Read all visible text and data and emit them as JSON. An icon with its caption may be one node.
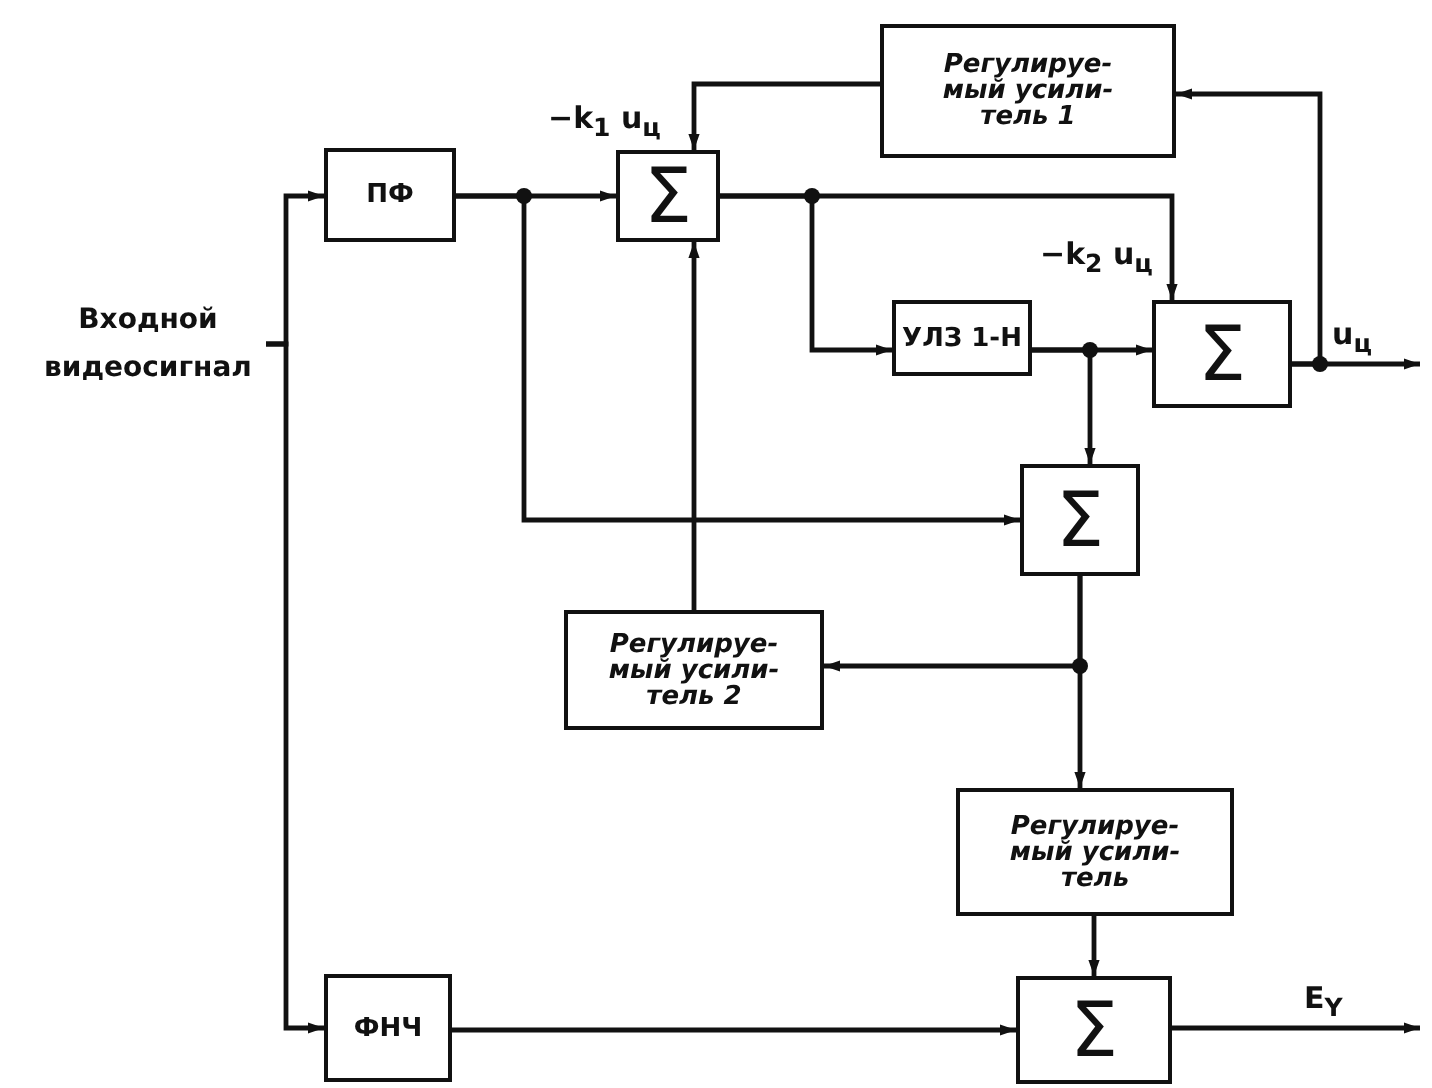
{
  "diagram": {
    "nodes": [
      {
        "text": [
          "Входной видеосигнал"
        ]
      },
      {
        "text": [
          "ПФ"
        ]
      },
      {
        "text": [
          "Σ"
        ]
      },
      {
        "text": [
          "Регулируе- мый усили- тель 1"
        ]
      },
      {
        "text": [
          "УЛЗ 1-Н"
        ]
      },
      {
        "text": [
          "Σ"
        ]
      },
      {
        "text": [
          "Σ"
        ]
      },
      {
        "text": [
          "Регулируе- мый усили- тель 2"
        ]
      },
      {
        "text": [
          "Регулируе- мый усили- тель"
        ]
      },
      {
        "text": [
          "ФНЧ"
        ]
      },
      {
        "text": [
          "Σ"
        ]
      }
    ],
    "edges": [
      {
        "from": 0,
        "to": 1,
        "arrow": "to"
      },
      {
        "from": 0,
        "to": 9,
        "arrow": "to"
      },
      {
        "from": 1,
        "to": 2,
        "arrow": "to"
      },
      {
        "from": 1,
        "to": 6,
        "arrow": "to"
      },
      {
        "from": 3,
        "to": 2,
        "arrow": "to",
        "label": "−k$_{1}$ u$_{ц}$"
      },
      {
        "from": 2,
        "to": 5,
        "arrow": "to",
        "label": "−k$_{2}$ u$_{ц}$"
      },
      {
        "from": 2,
        "to": 4,
        "arrow": "to"
      },
      {
        "from": 4,
        "to": 5,
        "arrow": "to"
      },
      {
        "from": 4,
        "to": 6,
        "arrow": "to"
      },
      {
        "from": 5,
        "to": 3,
        "arrow": "to"
      },
      {
        "from": 5,
        "to": null,
        "arrow": "to",
        "label": "u$_{ц}$"
      },
      {
        "from": 6,
        "to": 7,
        "arrow": "to"
      },
      {
        "from": 6,
        "to": 8,
        "arrow": "to"
      },
      {
        "from": 7,
        "to": 2,
        "arrow": "to"
      },
      {
        "from": 8,
        "to": 10,
        "arrow": "to"
      },
      {
        "from": 9,
        "to": 10,
        "arrow": "to"
      },
      {
        "from": 10,
        "to": null,
        "arrow": "to",
        "label": "E$_{Y}$"
      }
    ]
  }
}
